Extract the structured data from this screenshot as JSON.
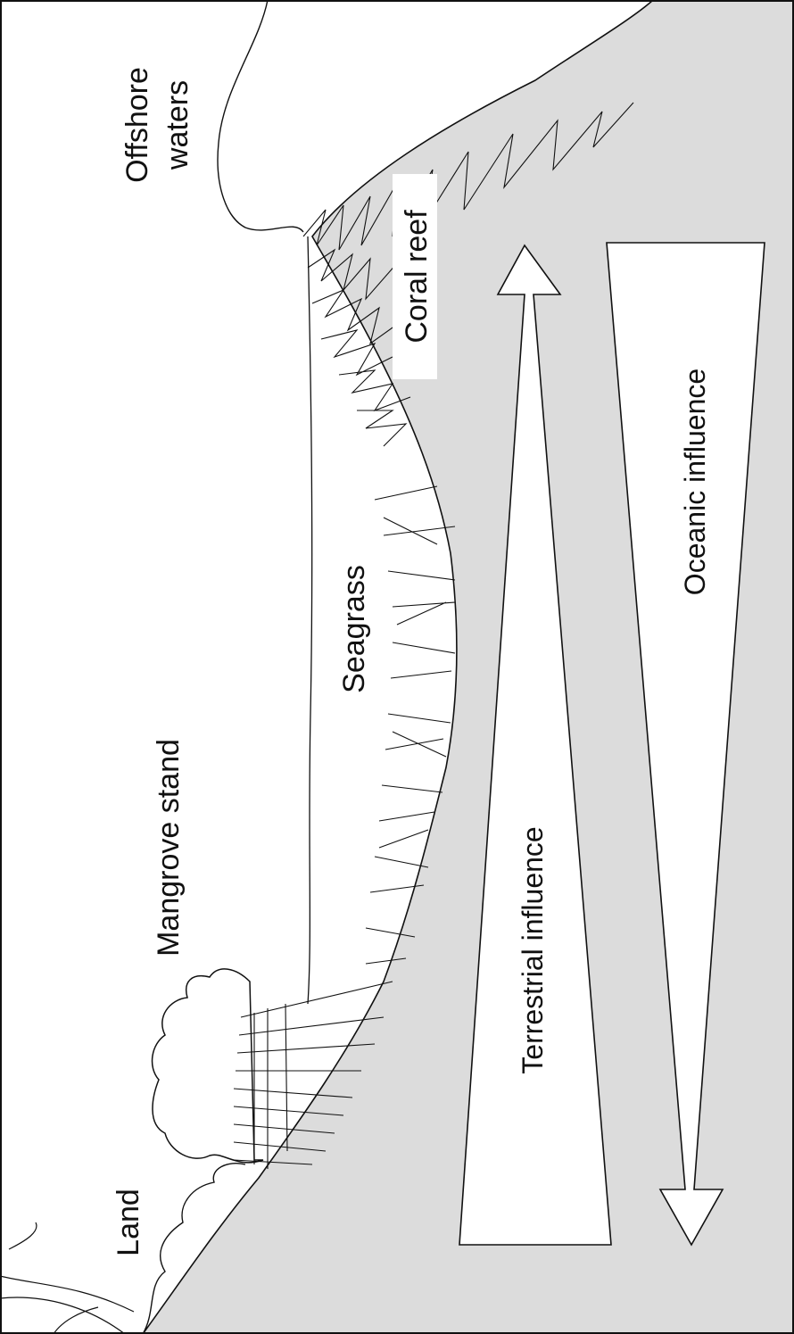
{
  "labels": {
    "offshore_line1": "Offshore",
    "offshore_line2": "waters",
    "coral_reef": "Coral reef",
    "seagrass": "Seagrass",
    "mangrove": "Mangrove stand",
    "land": "Land",
    "terrestrial": "Terrestrial influence",
    "oceanic": "Oceanic influence"
  },
  "colors": {
    "sea": "#dcdcdc",
    "land": "#ffffff",
    "ink": "#111111",
    "arrow_fill": "#ffffff"
  }
}
